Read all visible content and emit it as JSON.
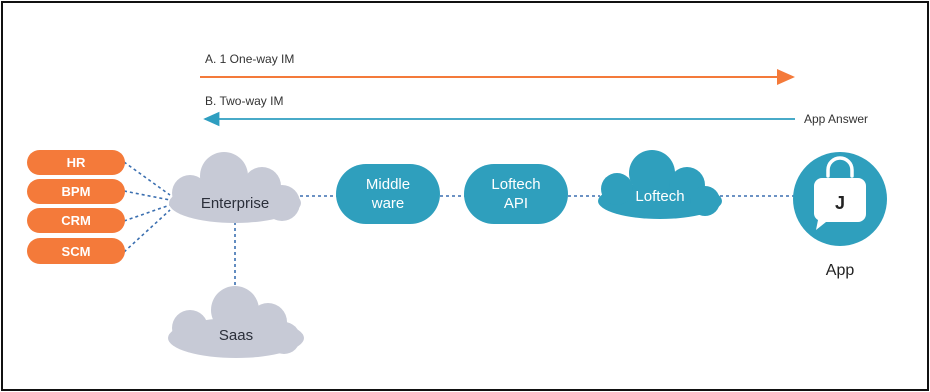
{
  "flows": {
    "one_way": {
      "label": "A. 1 One-way IM",
      "color": "#f47a3a"
    },
    "two_way": {
      "label": "B. Two-way IM",
      "color": "#2e9ec0",
      "end_label": "App Answer"
    }
  },
  "systems": [
    "HR",
    "BPM",
    "CRM",
    "SCM"
  ],
  "nodes": {
    "enterprise": "Enterprise",
    "saas": "Saas",
    "middleware_line1": "Middle",
    "middleware_line2": "ware",
    "api_line1": "Loftech",
    "api_line2": "API",
    "cloud": "Loftech",
    "app_icon_letter": "J",
    "app_label": "App"
  },
  "colors": {
    "orange": "#f47a3a",
    "teal": "#2f9fbd",
    "grey_cloud": "#c7cad6",
    "dotted_line": "#3b6fb0"
  }
}
